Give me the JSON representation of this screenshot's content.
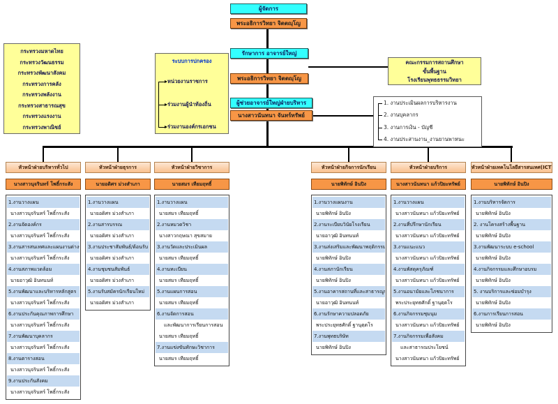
{
  "colors": {
    "role_box": "#33ffff",
    "name_box": "#f79646",
    "header_box": "#f9c08f",
    "info_box": "#ffff99",
    "task_row": "#c5daf1",
    "coord_title": "#0033cc"
  },
  "top": {
    "manager_role": "ผู้จัดการ",
    "manager_name": "พระอธิการวิทยา จิตตญฺโญ",
    "principal_role": "รักษาการ อาจารย์ใหญ่",
    "principal_name": "พระอธิการวิทยา จิตตญฺโญ",
    "assistant_role": "ผู้ช่วยอาจารย์ใหญ่ฝ่ายบริหาร",
    "assistant_name": "นางสาวนันทนา จันทร์ทรัพย์"
  },
  "ministries": [
    "กระทรวงมหาดไทย",
    "กระทรวงวัฒนธรรม",
    "กระทรวงพัฒนาสังคม",
    "กระทรวงการคลัง",
    "กระทรวงพลังงาน",
    "กระทรวงสาธารณสุข",
    "กระทรวงแรงงาน",
    "กระทรวงพาณิชย์"
  ],
  "coordination": {
    "title": "ระบบการปกครอง",
    "items": [
      "หน่วยงานราชการ",
      "ร่วมงานผู้นำท้องถิ่น",
      "ร่วมงานองค์กรเอกชน"
    ]
  },
  "committee": [
    "คณะกรรมการสถานศึกษา",
    "ขั้นพื้นฐาน",
    "โรงเรียนพุทธธรรมวิทยา"
  ],
  "admin_tasks": [
    "1. งานประเมินผลการบริหารงาน",
    "2. งานบุคลากร",
    "3. งานการเงิน - บัญชี",
    "4. งานประสานงาน_งานยานพาหนะ"
  ],
  "departments": [
    {
      "title": "หัวหน้าฝ่ายบริหารทั่วไป",
      "head": "นางสาวนุจรินทร์ โพธิ์กระสัง",
      "tasks": [
        {
          "title": [
            "1.งานวางแผน"
          ],
          "person": "นางสาวนุจรินทร์ โพธิ์กระสัง"
        },
        {
          "title": [
            "2.งานจัดองค์กร"
          ],
          "person": "นางสาวนุจรินทร์ โพธิ์กระสัง"
        },
        {
          "title": [
            "3.งานสารสนเทศและแผนงานต่างๆ"
          ],
          "person": "นางสาวนุจรินทร์ โพธิ์กระสัง"
        },
        {
          "title": [
            "4.งานสภาพแวดล้อม"
          ],
          "person": "นายอาวุฒิ อินทนนท์"
        },
        {
          "title": [
            "5.งานพัฒนาและบริหารหลักสูตร"
          ],
          "person": "นางสาวนุจรินทร์ โพธิ์กระสัง"
        },
        {
          "title": [
            "6.งานประกันคุณภาพการศึกษา"
          ],
          "person": "นางสาวนุจรินทร์ โพธิ์กระสัง"
        },
        {
          "title": [
            "7.งานพัฒนาบุคลากร"
          ],
          "person": "นางสาวนุจรินทร์ โพธิ์กระสัง"
        },
        {
          "title": [
            "8.งานตารางสอน"
          ],
          "person": "นางสาวนุจรินทร์ โพธิ์กระสัง"
        },
        {
          "title": [
            "9.งานประกันสังคม"
          ],
          "person": "นางสาวนุจรินทร์ โพธิ์กระสัง"
        }
      ]
    },
    {
      "title": "หัวหน้าฝ่ายธุรการ",
      "head": "นายอดิศร ม่วงสำเภา",
      "tasks": [
        {
          "title": [
            "1.งานวางแผน"
          ],
          "person": "นายอดิศร ม่วงสำเภา"
        },
        {
          "title": [
            "2.งานสารบรรณ"
          ],
          "person": "นายอดิศร ม่วงสำเภา"
        },
        {
          "title": [
            "3.งานประชาสัมพันธ์/ต้อนรับ"
          ],
          "person": "นายอดิศร ม่วงสำเภา"
        },
        {
          "title": [
            "4.งานชุมชนสัมพันธ์"
          ],
          "person": "นายอดิศร ม่วงสำเภา"
        },
        {
          "title": [
            "5.งานรับสมัครนักเรียนใหม่"
          ],
          "person": "นายอดิศร ม่วงสำเภา"
        }
      ]
    },
    {
      "title": "หัวหน้าฝ่ายวิชาการ",
      "head": "นายสมร เทียมฤทธิ์",
      "tasks": [
        {
          "title": [
            "1.งานวางแผน"
          ],
          "person": "นายสมร เทียมฤทธิ์"
        },
        {
          "title": [
            "2.งานหมวดวิชา"
          ],
          "person": "นางสาวกฤษณา สุขสมาย"
        },
        {
          "title": [
            "3.งานวัดและประเมินผล"
          ],
          "person": "นายสมร เทียมฤทธิ์"
        },
        {
          "title": [
            "4.งานทะเบียน"
          ],
          "person": "นายสมร เทียมฤทธิ์"
        },
        {
          "title": [
            "5.งานแผนการสอน"
          ],
          "person": "นายสมร เทียมฤทธิ์"
        },
        {
          "title": [
            "6.งานจัดการสอน",
            "และพัฒนาการเรียนการสอน"
          ],
          "person": "นายสมร เทียมฤทธิ์"
        },
        {
          "title": [
            "7.งานแข่งขันทักษะวิชาการ"
          ],
          "person": "นายสมร เทียมฤทธิ์"
        }
      ]
    },
    {
      "title": "หัวหน้าฝ่ายกิจการนักเรียน",
      "head": "นายพิทักษ์ อินปิง",
      "tasks": [
        {
          "title": [
            "1.งานวางแผนงาน"
          ],
          "person": "นายพิทักษ์ อินปิง"
        },
        {
          "title": [
            "2.งานระเบียบวินัยโรงเรียน"
          ],
          "person": "นายอาวุฒิ อินทนนท์"
        },
        {
          "title": [
            "3.งานส่งเสริมและพัฒนาพฤติกรรม"
          ],
          "person": "นายพิทักษ์ อินปิง"
        },
        {
          "title": [
            "4.งานสภานักเรียน"
          ],
          "person": "นายพิทักษ์ อินปิง"
        },
        {
          "title": [
            "5.งานอาคารสถานที่และสาธารณูปโภค"
          ],
          "person": "นายอาวุฒิ อินทนนท์"
        },
        {
          "title": [
            "6.งานรักษาความปลอดภัย"
          ],
          "person": "พระประยุทธศักดิ์ ฐานุตฺตโร"
        },
        {
          "title": [
            "7.งานพุทธบริษัท"
          ],
          "person": "นายพิทักษ์ อินปิง"
        }
      ]
    },
    {
      "title": "หัวหน้าฝ่ายบริการ",
      "head": "นางสาวนันทนา แก้วปิยะทรัพย์",
      "tasks": [
        {
          "title": [
            "1.งานวางแผน"
          ],
          "person": "นางสาวนันทนา แก้วปิยะทรัพย์"
        },
        {
          "title": [
            "2.งานที่ปรึกษานักเรียน"
          ],
          "person": "นางสาวนันทนา แก้วปิยะทรัพย์"
        },
        {
          "title": [
            "3.งานแนะแนว"
          ],
          "person": "นางสาวนันทนา แก้วปิยะทรัพย์"
        },
        {
          "title": [
            "4.งานพัสดุครุภัณฑ์"
          ],
          "person": "นางสาวนันทนา แก้วปิยะทรัพย์"
        },
        {
          "title": [
            "5.งานอนามัยและโภชนาการ"
          ],
          "person": "พระประยุทธศักดิ์ ฐานุตฺตโร"
        },
        {
          "title": [
            "6.งานกิจกรรมชุมนุม"
          ],
          "person": "นางสาวนันทนา แก้วปิยะทรัพย์"
        },
        {
          "title": [
            "7.งานกิจกรรมเพื่อสังคม",
            "และสาธารณประโยชน์"
          ],
          "person": "นางสาวนันทนา แก้วปิยะทรัพย์"
        }
      ]
    },
    {
      "title": "หัวหน้าฝ่ายเทคโนโลยีสารสนเทศ(ICT)",
      "head": "นายพิทักษ์ อินปิง",
      "tasks": [
        {
          "title": [
            "1.งานบริหารจัดการ"
          ],
          "person": "นายพิทักษ์ อินปิง"
        },
        {
          "title": [
            "2. งานโครงสร้างพื้นฐาน"
          ],
          "person": "นายพิทักษ์ อินปิง"
        },
        {
          "title": [
            "3.งานพัฒนาระบบ e-school"
          ],
          "person": "นายพิทักษ์ อินปิง"
        },
        {
          "title": [
            "4.งานกิจกรรมและศึกษาอบรม"
          ],
          "person": "นายพิทักษ์ อินปิง"
        },
        {
          "title": [
            "5. งานบริการและซ่อมบำรุง"
          ],
          "person": "นายพิทักษ์ อินปิง"
        },
        {
          "title": [
            "6.งานการเรียนการสอน"
          ],
          "person": "นายพิทักษ์ อินปิง"
        }
      ]
    }
  ]
}
